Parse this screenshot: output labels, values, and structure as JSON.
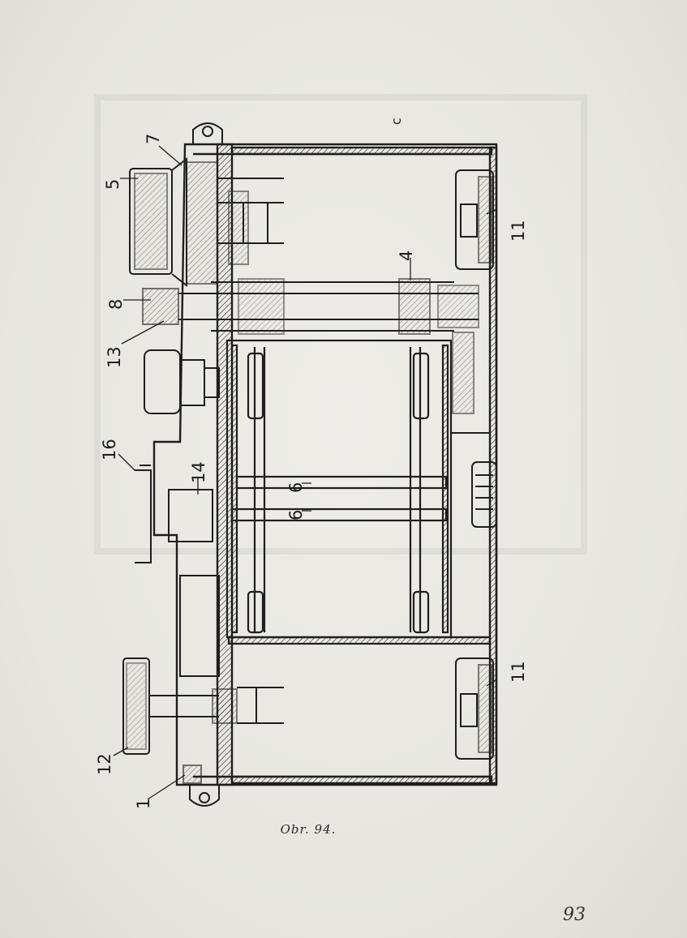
{
  "figure": {
    "caption": "Obr. 94.",
    "letter_label": "c",
    "callouts": [
      "7",
      "5",
      "8",
      "13",
      "16",
      "14",
      "12",
      "1",
      "4",
      "6",
      "6",
      "11",
      "11"
    ]
  },
  "page_number": "93",
  "colors": {
    "ink": "#1d1d1d",
    "paper": "#e9e8e3"
  }
}
